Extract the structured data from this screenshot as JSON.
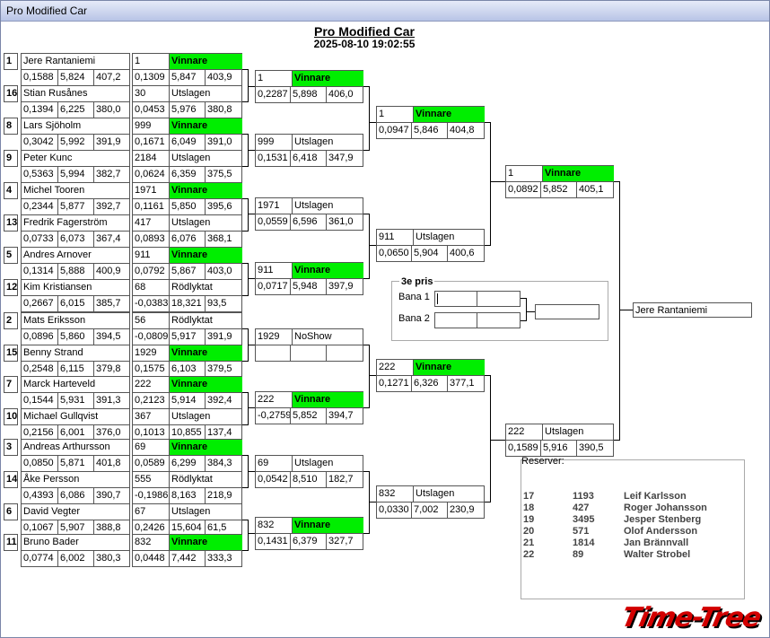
{
  "window": {
    "title": "Pro Modified Car"
  },
  "header": {
    "title": "Pro Modified Car",
    "datetime": "2025-08-10 19:02:55"
  },
  "round1": [
    {
      "seed": "1",
      "name": "Jere Rantaniemi",
      "rt": "0,1588",
      "et": "5,824",
      "speed": "407,2",
      "car": "1",
      "result": "Vinnare",
      "rt2": "0,1309",
      "et2": "5,847",
      "speed2": "403,9"
    },
    {
      "seed": "16",
      "name": "Stian Rusånes",
      "rt": "0,1394",
      "et": "6,225",
      "speed": "380,0",
      "car": "30",
      "result": "Utslagen",
      "rt2": "0,0453",
      "et2": "5,976",
      "speed2": "380,8"
    },
    {
      "seed": "8",
      "name": "Lars Sjöholm",
      "rt": "0,3042",
      "et": "5,992",
      "speed": "391,9",
      "car": "999",
      "result": "Vinnare",
      "rt2": "0,1671",
      "et2": "6,049",
      "speed2": "391,0"
    },
    {
      "seed": "9",
      "name": "Peter  Kunc",
      "rt": "0,5363",
      "et": "5,994",
      "speed": "382,7",
      "car": "2184",
      "result": "Utslagen",
      "rt2": "0,0624",
      "et2": "6,359",
      "speed2": "375,5"
    },
    {
      "seed": "4",
      "name": "Michel Tooren",
      "rt": "0,2344",
      "et": "5,877",
      "speed": "392,7",
      "car": "1971",
      "result": "Vinnare",
      "rt2": "0,1161",
      "et2": "5,850",
      "speed2": "395,6"
    },
    {
      "seed": "13",
      "name": "Fredrik Fagerström",
      "rt": "0,0733",
      "et": "6,073",
      "speed": "367,4",
      "car": "417",
      "result": "Utslagen",
      "rt2": "0,0893",
      "et2": "6,076",
      "speed2": "368,1"
    },
    {
      "seed": "5",
      "name": "Andres Arnover",
      "rt": "0,1314",
      "et": "5,888",
      "speed": "400,9",
      "car": "911",
      "result": "Vinnare",
      "rt2": "0,0792",
      "et2": "5,867",
      "speed2": "403,0"
    },
    {
      "seed": "12",
      "name": "Kim Kristiansen",
      "rt": "0,2667",
      "et": "6,015",
      "speed": "385,7",
      "car": "68",
      "result": "Rödlyktat",
      "rt2": "-0,0383",
      "et2": "18,321",
      "speed2": "93,5"
    },
    {
      "seed": "2",
      "name": "Mats Eriksson",
      "rt": "0,0896",
      "et": "5,860",
      "speed": "394,5",
      "car": "56",
      "result": "Rödlyktat",
      "rt2": "-0,0809",
      "et2": "5,917",
      "speed2": "391,9"
    },
    {
      "seed": "15",
      "name": "Benny Strand",
      "rt": "0,2548",
      "et": "6,115",
      "speed": "379,8",
      "car": "1929",
      "result": "Vinnare",
      "rt2": "0,1575",
      "et2": "6,103",
      "speed2": "379,5"
    },
    {
      "seed": "7",
      "name": "Marck Harteveld",
      "rt": "0,1544",
      "et": "5,931",
      "speed": "391,3",
      "car": "222",
      "result": "Vinnare",
      "rt2": "0,2123",
      "et2": "5,914",
      "speed2": "392,4"
    },
    {
      "seed": "10",
      "name": "Michael Gullqvist",
      "rt": "0,2156",
      "et": "6,001",
      "speed": "376,0",
      "car": "367",
      "result": "Utslagen",
      "rt2": "0,1013",
      "et2": "10,855",
      "speed2": "137,4"
    },
    {
      "seed": "3",
      "name": "Andreas Arthursson",
      "rt": "0,0850",
      "et": "5,871",
      "speed": "401,8",
      "car": "69",
      "result": "Vinnare",
      "rt2": "0,0589",
      "et2": "6,299",
      "speed2": "384,3"
    },
    {
      "seed": "14",
      "name": "Åke Persson",
      "rt": "0,4393",
      "et": "6,086",
      "speed": "390,7",
      "car": "555",
      "result": "Rödlyktat",
      "rt2": "-0,1986",
      "et2": "8,163",
      "speed2": "218,9"
    },
    {
      "seed": "6",
      "name": "David Vegter",
      "rt": "0,1067",
      "et": "5,907",
      "speed": "388,8",
      "car": "67",
      "result": "Utslagen",
      "rt2": "0,2426",
      "et2": "15,604",
      "speed2": "61,5"
    },
    {
      "seed": "11",
      "name": "Bruno Bader",
      "rt": "0,0774",
      "et": "6,002",
      "speed": "380,3",
      "car": "832",
      "result": "Vinnare",
      "rt2": "0,0448",
      "et2": "7,442",
      "speed2": "333,3"
    }
  ],
  "round2": [
    {
      "car": "1",
      "result": "Vinnare",
      "rt": "0,2287",
      "et": "5,898",
      "speed": "406,0"
    },
    {
      "car": "999",
      "result": "Utslagen",
      "rt": "0,1531",
      "et": "6,418",
      "speed": "347,9"
    },
    {
      "car": "1971",
      "result": "Utslagen",
      "rt": "0,0559",
      "et": "6,596",
      "speed": "361,0"
    },
    {
      "car": "911",
      "result": "Vinnare",
      "rt": "0,0717",
      "et": "5,948",
      "speed": "397,9"
    },
    {
      "car": "1929",
      "result": "NoShow",
      "rt": "",
      "et": "",
      "speed": ""
    },
    {
      "car": "222",
      "result": "Vinnare",
      "rt": "-0,2759",
      "et": "5,852",
      "speed": "394,7"
    },
    {
      "car": "69",
      "result": "Utslagen",
      "rt": "0,0542",
      "et": "8,510",
      "speed": "182,7"
    },
    {
      "car": "832",
      "result": "Vinnare",
      "rt": "0,1431",
      "et": "6,379",
      "speed": "327,7"
    }
  ],
  "round3": [
    {
      "car": "1",
      "result": "Vinnare",
      "rt": "0,0947",
      "et": "5,846",
      "speed": "404,8"
    },
    {
      "car": "911",
      "result": "Utslagen",
      "rt": "0,0650",
      "et": "5,904",
      "speed": "400,6"
    },
    {
      "car": "222",
      "result": "Vinnare",
      "rt": "0,1271",
      "et": "6,326",
      "speed": "377,1"
    },
    {
      "car": "832",
      "result": "Utslagen",
      "rt": "0,0330",
      "et": "7,002",
      "speed": "230,9"
    }
  ],
  "round4": [
    {
      "car": "1",
      "result": "Vinnare",
      "rt": "0,0892",
      "et": "5,852",
      "speed": "405,1"
    },
    {
      "car": "222",
      "result": "Utslagen",
      "rt": "0,1589",
      "et": "5,916",
      "speed": "390,5"
    }
  ],
  "winner": "Jere Rantaniemi",
  "third": {
    "title": "3e pris",
    "lane1": "Bana 1",
    "lane2": "Bana 2"
  },
  "reserves": {
    "title": "Reserver:",
    "rows": [
      {
        "no": "17",
        "car": "1193",
        "name": "Leif Karlsson"
      },
      {
        "no": "18",
        "car": "427",
        "name": "Roger Johansson"
      },
      {
        "no": "19",
        "car": "3495",
        "name": "Jesper Stenberg"
      },
      {
        "no": "20",
        "car": "571",
        "name": "Olof Andersson"
      },
      {
        "no": "21",
        "car": "1814",
        "name": "Jan Brännvall"
      },
      {
        "no": "22",
        "car": "89",
        "name": "Walter Strobel"
      }
    ]
  },
  "logo": {
    "text": "Time-Tree"
  },
  "colors": {
    "winner": "#00ee00",
    "logo": "#d20000"
  }
}
